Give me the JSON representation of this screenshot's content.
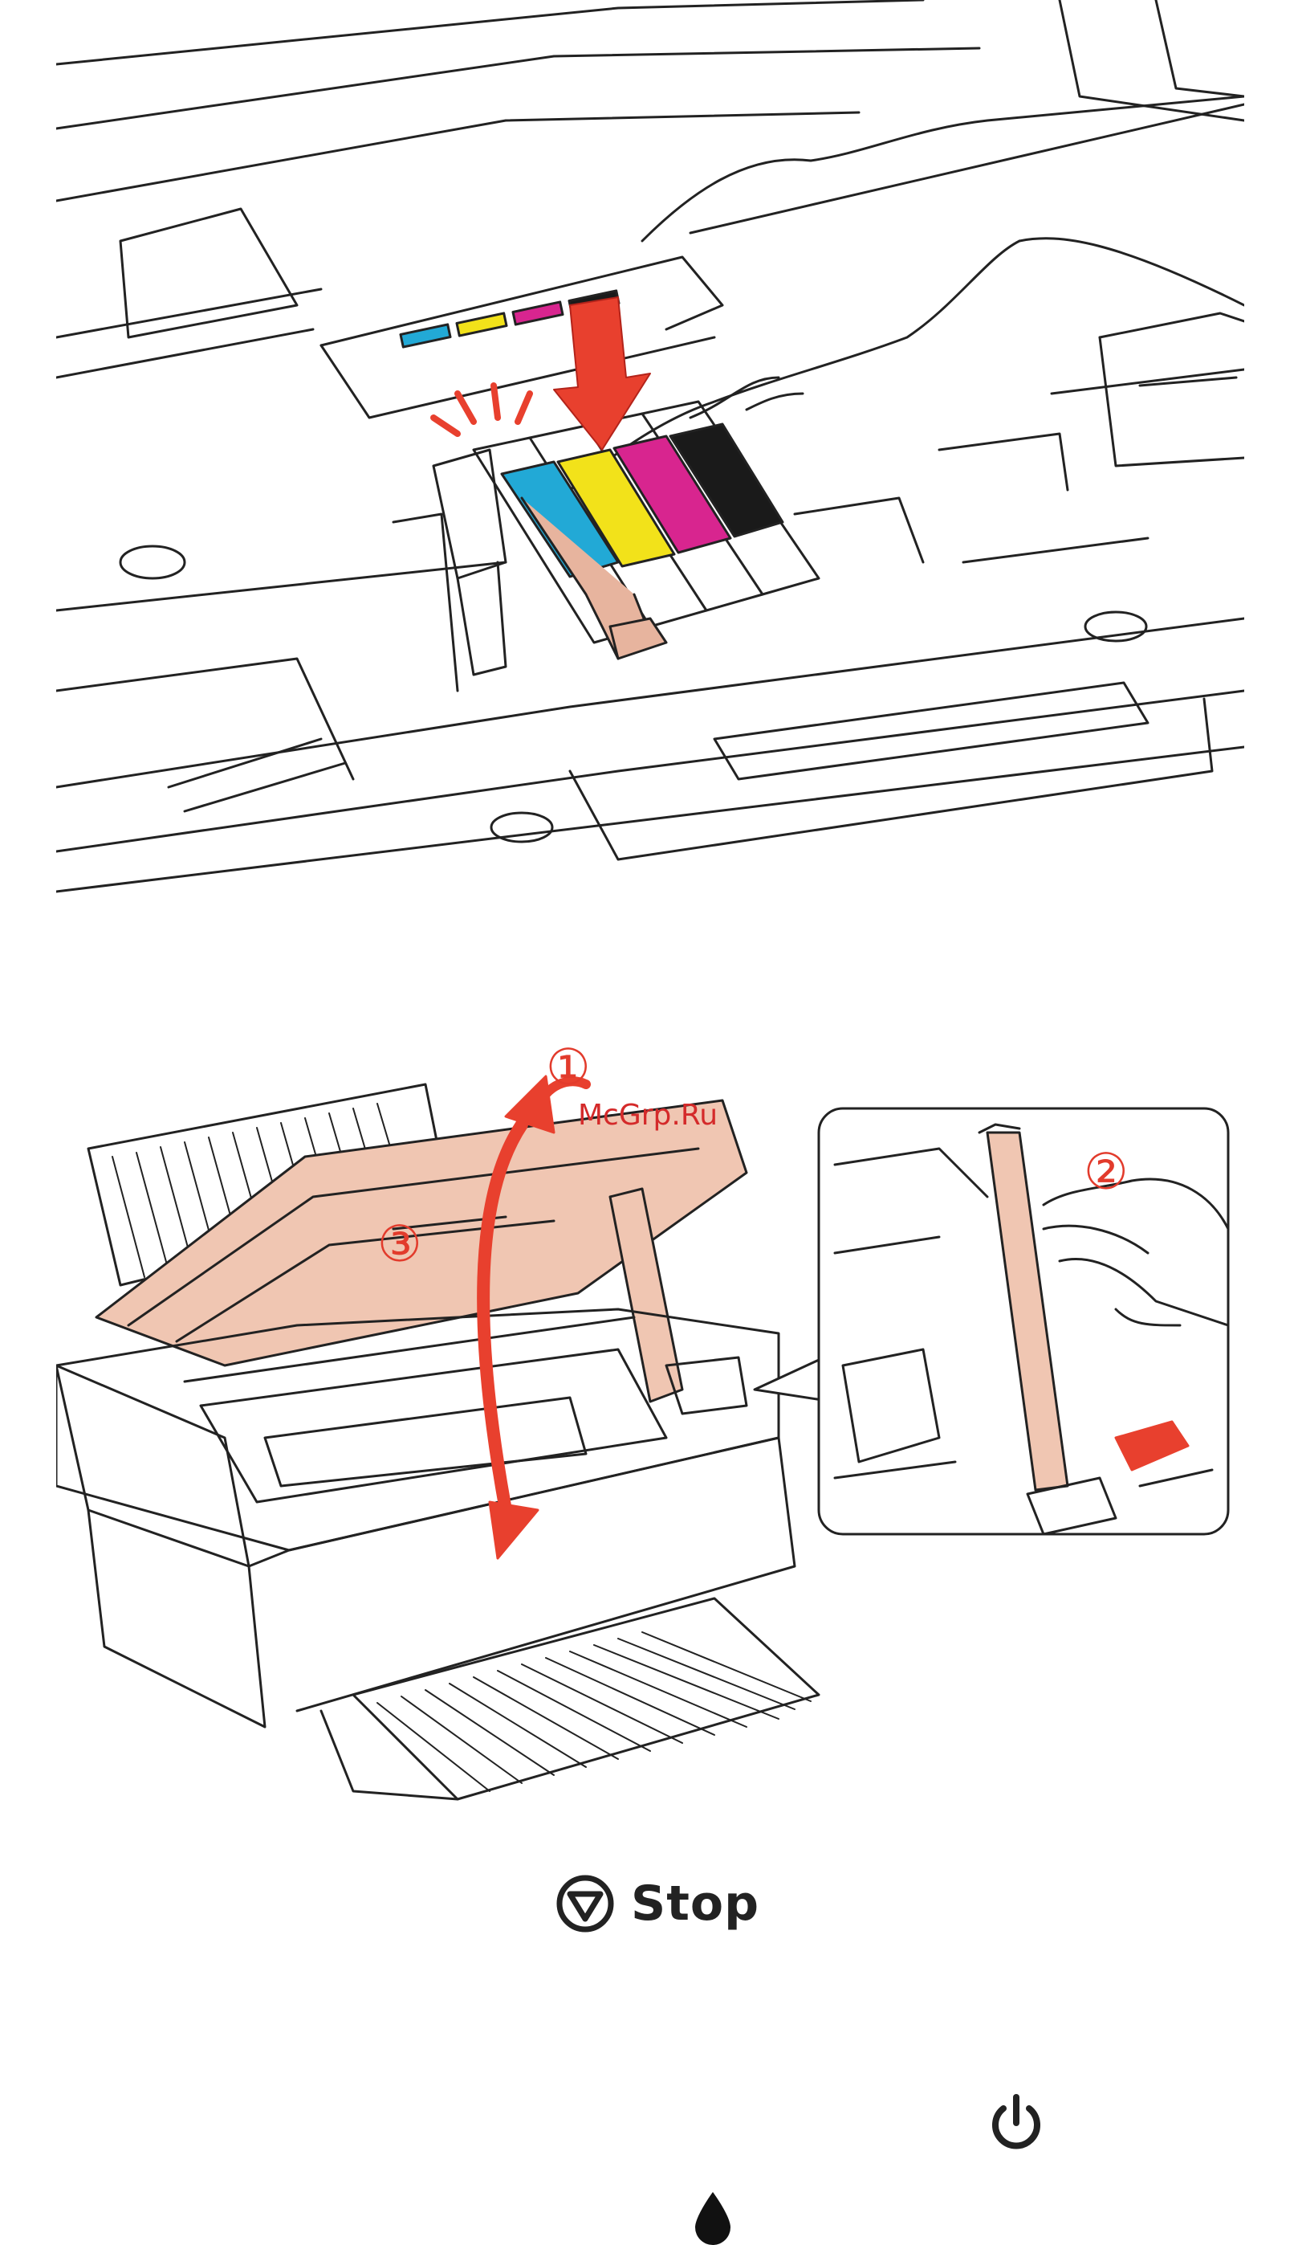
{
  "figure_top": {
    "ink_colors": [
      "#22a9d6",
      "#f2e21a",
      "#d8258f",
      "#1a1a1a"
    ],
    "cartridge_color": "#e7b49e",
    "arrow_color": "#e8402e"
  },
  "figure_bottom": {
    "step_1": "①",
    "step_2": "②",
    "step_3": "③",
    "watermark": "McGrp.Ru",
    "lid_color": "#f0c6b2",
    "arrow_color": "#e8402e"
  },
  "stop_button": {
    "label": "Stop"
  },
  "icons": {
    "stop": "stop-icon",
    "power": "power-icon",
    "ink": "ink-drop-icon"
  }
}
